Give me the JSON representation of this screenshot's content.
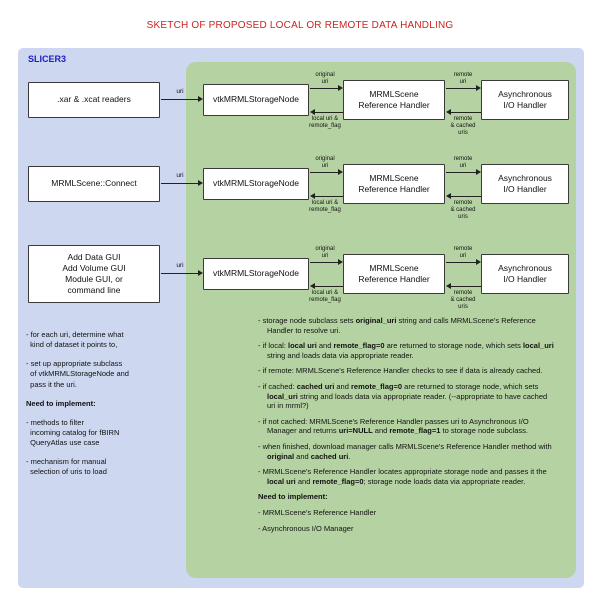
{
  "title": "SKETCH OF PROPOSED LOCAL OR REMOTE DATA HANDLING",
  "container": {
    "label": "SLICER3"
  },
  "colors": {
    "title_red": "#cc2222",
    "panel_blue": "#cdd7ef",
    "slicer_label_blue": "#1d1dc4",
    "panel_green": "#b5d3a2",
    "box_border": "#3a3a3a"
  },
  "arrow_labels": {
    "uri": "uri",
    "original_uri": "original\nuri",
    "local_uri_remote_flag": "local uri &\nremote_flag",
    "remote_uri": "remote\nuri",
    "remote_cached_uris": "remote\n& cached\nuris"
  },
  "rows": [
    {
      "source": ".xar & .xcat readers",
      "storage_node": "vtkMRMLStorageNode",
      "ref_handler": "MRMLScene\nReference Handler",
      "async_handler": "Asynchronous\nI/O Handler"
    },
    {
      "source": "MRMLScene::Connect",
      "storage_node": "vtkMRMLStorageNode",
      "ref_handler": "MRMLScene\nReference Handler",
      "async_handler": "Asynchronous\nI/O Handler"
    },
    {
      "source": "Add Data GUI\nAdd Volume GUI\nModule GUI, or\ncommand line",
      "storage_node": "vtkMRMLStorageNode",
      "ref_handler": "MRMLScene\nReference Handler",
      "async_handler": "Asynchronous\nI/O Handler"
    }
  ],
  "left_notes": {
    "para1": "- for each uri, determine what\n  kind of dataset it points to,",
    "para2": "- set up appropriate subclass\n  of vtkMRMLStorageNode and\n  pass it the uri.",
    "need_heading": "Need to implement:",
    "item1": "- methods to filter\n  incoming catalog for fBIRN\n  QueryAtlas use case",
    "item2": "- mechanism for manual\n  selection of uris to load"
  },
  "right_notes": {
    "paragraphs": [
      "- storage node subclass sets <b>original_uri</b> string and calls MRMLScene's Reference Handler to resolve uri.",
      "- if local: <b>local uri</b> and <b>remote_flag=0</b> are returned to storage node, which sets <b>local_uri</b> string and loads data via appropriate reader.",
      "- if remote: MRMLScene's Reference Handler checks to see if data is already cached.",
      "- if cached: <b>cached uri</b> and <b>remote_flag=0</b> are returned to storage node, which sets <b>local_uri</b> string and loads data via appropriate reader. (--appropriate to have cached uri in mrml?)",
      "- if not cached: MRMLScene's Reference Handler passes uri to Asynchronous I/O Manager and returns <b>uri=NULL</b> and <b>remote_flag=1</b> to storage node subclass.",
      "- when finished, download manager calls MRMLScene's Reference Handler method with <b>original</b> and <b>cached uri</b>.",
      "- MRMLScene's Reference Handler locates appropriate storage node and passes it the <b>local uri</b> and <b>remote_flag=0</b>; storage node loads data via appropriate reader."
    ],
    "need_heading": "Need to implement:",
    "items": [
      "- MRMLScene's Reference Handler",
      "- Asynchronous I/O Manager"
    ]
  }
}
